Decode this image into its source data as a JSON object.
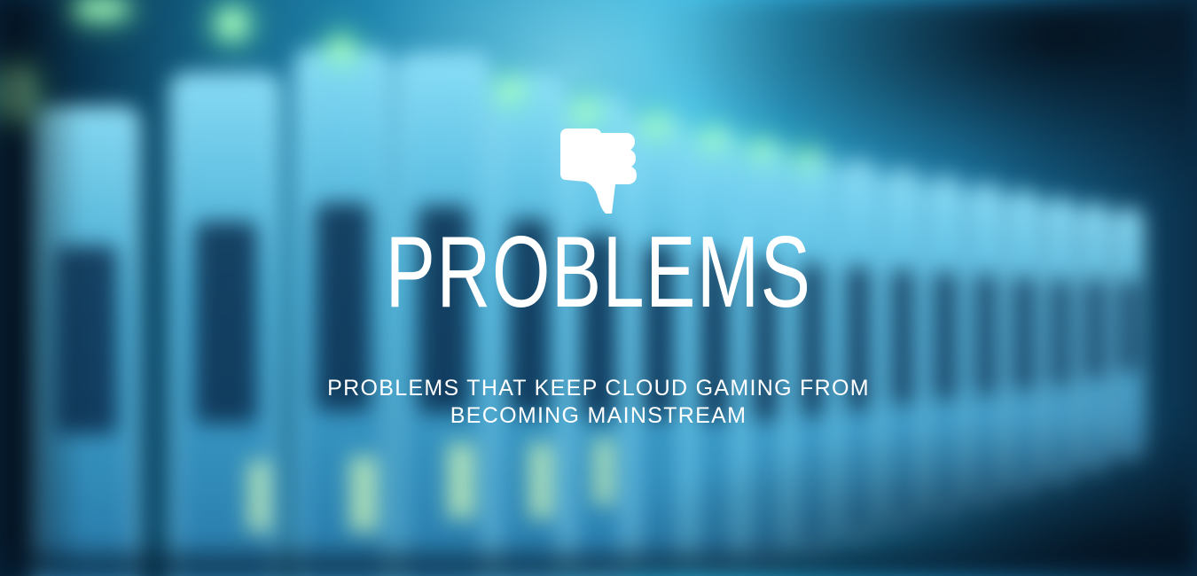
{
  "hero": {
    "icon": "thumbs-down-icon",
    "title": "PROBLEMS",
    "subtitle": "PROBLEMS THAT KEEP CLOUD GAMING FROM BECOMING MAINSTREAM"
  },
  "background": {
    "subject": "blurred server rack",
    "accent_color": "#2bb1dc",
    "led_color": "#7dffaa"
  }
}
